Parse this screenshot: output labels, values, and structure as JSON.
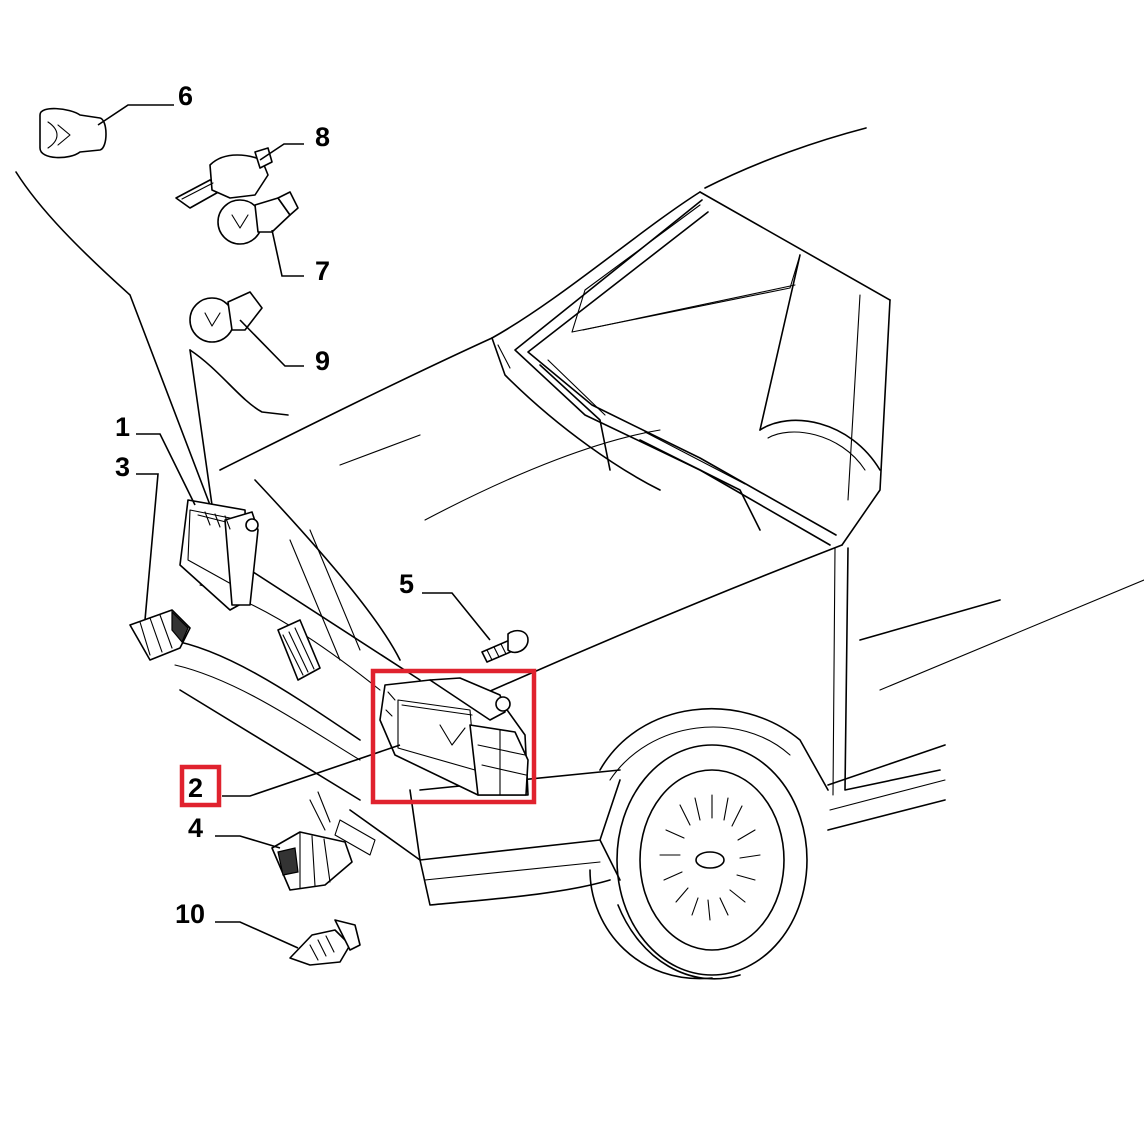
{
  "callouts": [
    {
      "id": "c1",
      "label": "1"
    },
    {
      "id": "c2",
      "label": "2",
      "highlighted": true
    },
    {
      "id": "c3",
      "label": "3"
    },
    {
      "id": "c4",
      "label": "4"
    },
    {
      "id": "c5",
      "label": "5"
    },
    {
      "id": "c6",
      "label": "6"
    },
    {
      "id": "c7",
      "label": "7"
    },
    {
      "id": "c8",
      "label": "8"
    },
    {
      "id": "c9",
      "label": "9"
    },
    {
      "id": "c10",
      "label": "10"
    }
  ],
  "colors": {
    "highlight": "#e0222e",
    "line": "#000000",
    "background": "#ffffff"
  }
}
